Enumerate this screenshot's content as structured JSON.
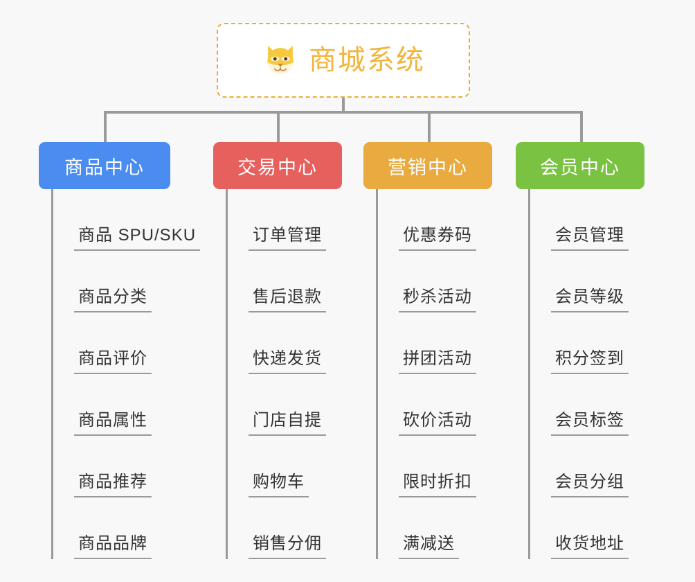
{
  "page": {
    "background_color": "#f8f8f8",
    "line_color": "#9a9a9a"
  },
  "root": {
    "title": "商城系统",
    "icon": "shiba-dog-face-emoji",
    "text_color": "#f2b53c",
    "border_color": "#f0ab33",
    "background_color": "#ffffff"
  },
  "categories": [
    {
      "label": "商品中心",
      "color": "#4a8cf0",
      "items": [
        {
          "label": "商品 SPU/SKU"
        },
        {
          "label": "商品分类"
        },
        {
          "label": "商品评价"
        },
        {
          "label": "商品属性"
        },
        {
          "label": "商品推荐"
        },
        {
          "label": "商品品牌"
        }
      ]
    },
    {
      "label": "交易中心",
      "color": "#e6605d",
      "items": [
        {
          "label": "订单管理"
        },
        {
          "label": "售后退款"
        },
        {
          "label": "快递发货"
        },
        {
          "label": "门店自提"
        },
        {
          "label": "购物车"
        },
        {
          "label": "销售分佣"
        }
      ]
    },
    {
      "label": "营销中心",
      "color": "#e9ab3f",
      "items": [
        {
          "label": "优惠券码"
        },
        {
          "label": "秒杀活动"
        },
        {
          "label": "拼团活动"
        },
        {
          "label": "砍价活动"
        },
        {
          "label": "限时折扣"
        },
        {
          "label": "满减送"
        }
      ]
    },
    {
      "label": "会员中心",
      "color": "#79c242",
      "items": [
        {
          "label": "会员管理"
        },
        {
          "label": "会员等级"
        },
        {
          "label": "积分签到"
        },
        {
          "label": "会员标签"
        },
        {
          "label": "会员分组"
        },
        {
          "label": "收货地址"
        }
      ]
    }
  ]
}
